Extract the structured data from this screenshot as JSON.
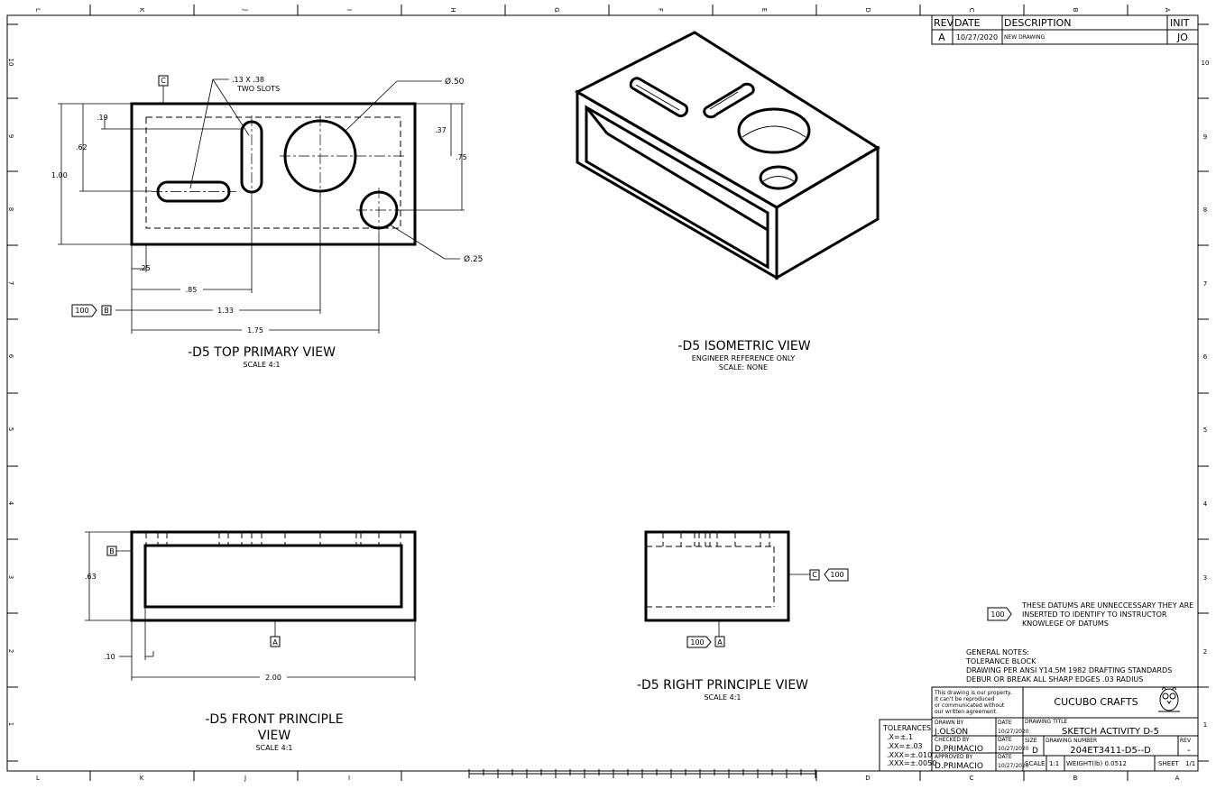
{
  "border": {
    "top_letters": [
      "L",
      "K",
      "J",
      "I",
      "H",
      "G",
      "F",
      "E",
      "D",
      "C",
      "B",
      "A"
    ],
    "bottom_letters": [
      "L",
      "K",
      "J",
      "I",
      "D",
      "C",
      "B",
      "A"
    ],
    "side_numbers": [
      "10",
      "9",
      "8",
      "7",
      "6",
      "5",
      "4",
      "3",
      "2",
      "1"
    ]
  },
  "revision": {
    "headers": {
      "rev": "REV",
      "date": "DATE",
      "description": "DESCRIPTION",
      "init": "INIT"
    },
    "row": {
      "rev": "A",
      "date": "10/27/2020",
      "description": "NEW DRAWING",
      "init": "JO"
    }
  },
  "top_view": {
    "title": "-D5 TOP PRIMARY VIEW",
    "scale": "SCALE 4:1",
    "slot_note_1": ".13 X .38",
    "slot_note_2": "TWO SLOTS",
    "dia_large": "Ø.50",
    "dia_small": "Ø.25",
    "dims": {
      "d19": ".19",
      "d62": ".62",
      "d100": "1.00",
      "d37": ".37",
      "d75": ".75",
      "d25": ".25",
      "d85": ".85",
      "d133": "1.33",
      "d175": "1.75"
    },
    "datum_c": "C",
    "datum_b": "B",
    "flag_100": "100"
  },
  "isometric_view": {
    "title": "-D5 ISOMETRIC VIEW",
    "note": "ENGINEER REFERENCE ONLY",
    "scale": "SCALE: NONE"
  },
  "front_view": {
    "title_line1": "-D5 FRONT PRINCIPLE",
    "title_line2": "VIEW",
    "scale": "SCALE 4:1",
    "dims": {
      "d63": ".63",
      "d10": ".10",
      "d200": "2.00"
    },
    "datum_b": "B",
    "datum_a": "A"
  },
  "right_view": {
    "title": "-D5 RIGHT PRINCIPLE VIEW",
    "scale": "SCALE 4:1",
    "datum_c": "C",
    "flag_100_c": "100",
    "datum_a": "A",
    "flag_100_a": "100"
  },
  "notes": {
    "flag": "100",
    "datum_note_1": "THESE DATUMS ARE UNNECCESSARY THEY ARE",
    "datum_note_2": "INSERTED TO IDENTIFY TO INSTRUCTOR",
    "datum_note_3": "KNOWLEGE OF DATUMS",
    "general_1": "GENERAL NOTES:",
    "general_2": "TOLERANCE BLOCK",
    "general_3": "DRAWING PER ANSI Y14.5M 1982 DRAFTING STANDARDS",
    "general_4": "DEBUR OR BREAK ALL SHARP EDGES .03 RADIUS"
  },
  "title_block": {
    "property_1": "This drawing is our property.",
    "property_2": "It can't be reproduced",
    "property_3": "or communicated without",
    "property_4": "our written agreement.",
    "company": "CUCUBO CRAFTS",
    "tolerances_label": "TOLERANCES",
    "tol_1": ".X=±.1",
    "tol_2": ".XX=±.03",
    "tol_3": ".XXX=±.010",
    "tol_4": ".XXX=±.0050",
    "drawn_by_label": "DRAWN BY",
    "drawn_by": "J.OLSON",
    "checked_by_label": "CHECKED BY",
    "checked_by": "D.PRIMACIO",
    "approved_by_label": "APPROVED BY",
    "approved_by": "D.PRIMACIO",
    "date_label": "DATE",
    "date_value": "10/27/2020",
    "drawing_title_label": "DRAWING TITLE",
    "drawing_title": "SKETCH ACTIVITY D-5",
    "size_label": "SIZE",
    "size": "D",
    "drawing_number_label": "DRAWING NUMBER",
    "drawing_number": "204ET3411-D5--D",
    "rev_label": "REV",
    "rev": "-",
    "scale_label": "SCALE",
    "scale": "1:1",
    "weight": "WEIGHT(lb) 0.0512",
    "sheet_label": "SHEET",
    "sheet": "1/1"
  }
}
